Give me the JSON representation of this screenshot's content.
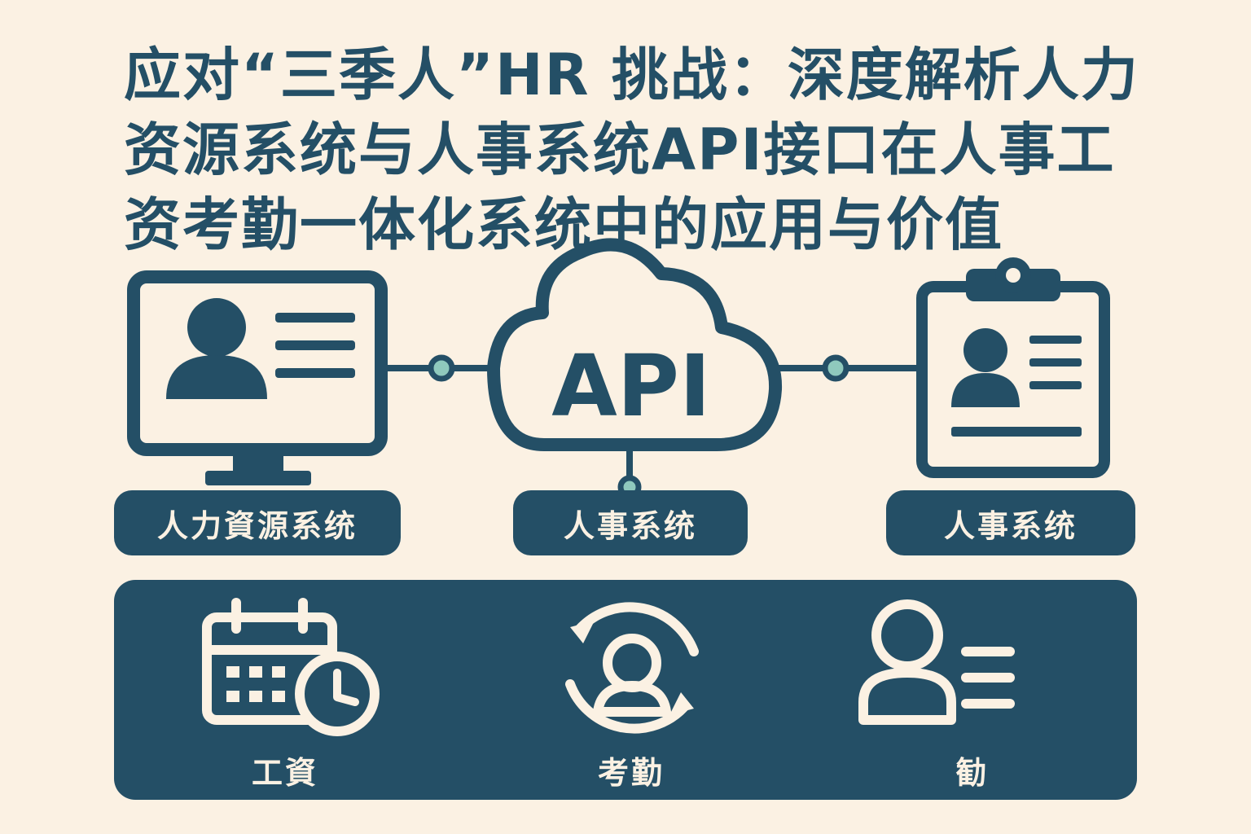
{
  "title": {
    "line1": "应对“三季人”HR 挑战：深度解析人力",
    "line2": "资源系统与人事系统API接口在人事工",
    "line3": "资考勤一体化系统中的应用与价值"
  },
  "diagram": {
    "api_label": "API",
    "nodes": {
      "hr_system": "人力資源系统",
      "middle_system": "人事系统",
      "right_system": "人事系统"
    },
    "features": {
      "salary": "工資",
      "attendance": "考勤",
      "third": "勧"
    }
  },
  "colors": {
    "background": "#fbf1e3",
    "primary": "#244f66",
    "connector_dot": "#8fc9bd"
  },
  "icons": [
    "monitor-icon",
    "cloud-icon",
    "clipboard-icon",
    "calendar-clock-icon",
    "user-sync-icon",
    "user-list-icon"
  ]
}
